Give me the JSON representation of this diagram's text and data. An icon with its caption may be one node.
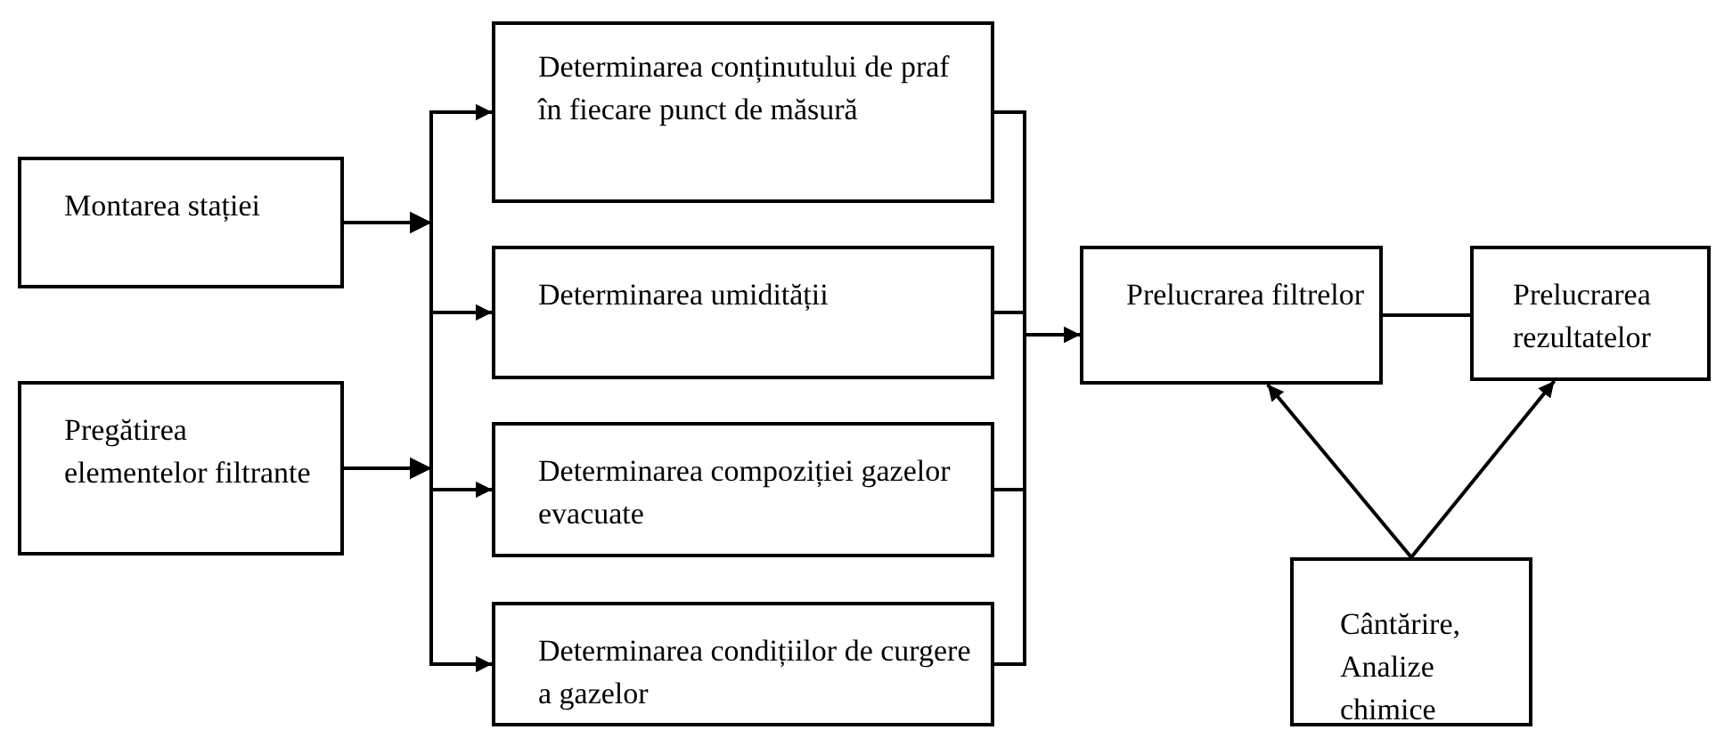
{
  "diagram": {
    "nodes": [
      {
        "text": [
          "Montarea stației"
        ]
      },
      {
        "text": [
          "Pregătirea elementelor filtrante"
        ]
      },
      {
        "text": [
          "Determinarea conținutului de praf în fiecare punct de măsură"
        ]
      },
      {
        "text": [
          "Determinarea umidității"
        ]
      },
      {
        "text": [
          "Determinarea compoziției gazelor evacuate"
        ]
      },
      {
        "text": [
          "Determinarea condițiilor de curgere a gazelor"
        ]
      },
      {
        "text": [
          "Prelucrarea filtrelor"
        ]
      },
      {
        "text": [
          "Prelucrarea rezultatelor"
        ]
      },
      {
        "text": [
          "Cântărire, Analize chimice"
        ]
      }
    ],
    "edges": [
      {
        "from": 0,
        "to": 2,
        "arrow": "to"
      },
      {
        "from": 0,
        "to": 3,
        "arrow": "to"
      },
      {
        "from": 0,
        "to": 4,
        "arrow": "to"
      },
      {
        "from": 0,
        "to": 5,
        "arrow": "to"
      },
      {
        "from": 1,
        "to": 2,
        "arrow": "to"
      },
      {
        "from": 1,
        "to": 3,
        "arrow": "to"
      },
      {
        "from": 1,
        "to": 4,
        "arrow": "to"
      },
      {
        "from": 1,
        "to": 5,
        "arrow": "to"
      },
      {
        "from": 2,
        "to": 6,
        "arrow": "to"
      },
      {
        "from": 3,
        "to": 6,
        "arrow": "to"
      },
      {
        "from": 4,
        "to": 6,
        "arrow": "to"
      },
      {
        "from": 5,
        "to": 6,
        "arrow": "to"
      },
      {
        "from": 6,
        "to": 7,
        "arrow": "none"
      },
      {
        "from": 8,
        "to": 6,
        "arrow": "to"
      },
      {
        "from": 8,
        "to": 7,
        "arrow": "to"
      }
    ]
  }
}
